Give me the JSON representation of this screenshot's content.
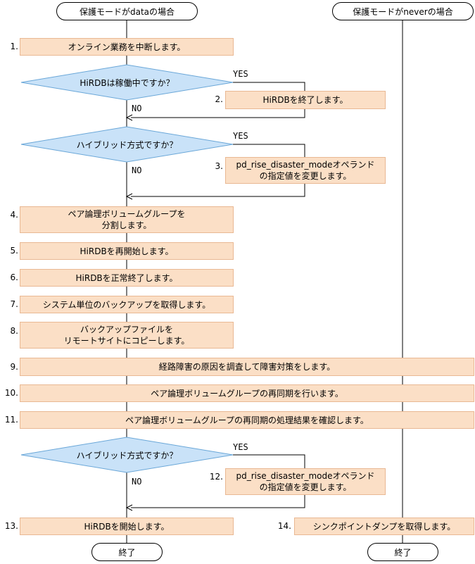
{
  "terminals": {
    "start_data": "保護モードがdataの場合",
    "start_never": "保護モードがneverの場合",
    "end_left": "終了",
    "end_right": "終了"
  },
  "decisions": {
    "d1": "HiRDBは稼働中ですか？",
    "d2": "ハイブリッド方式ですか？",
    "d3": "ハイブリッド方式ですか？"
  },
  "branch_labels": {
    "yes": "YES",
    "no": "NO"
  },
  "steps": {
    "s1": {
      "num": "1.",
      "text": "オンライン業務を中断します。"
    },
    "s2": {
      "num": "2.",
      "text": "HiRDBを終了します。"
    },
    "s3": {
      "num": "3.",
      "text": "pd_rise_disaster_modeオペランド\nの指定値を変更します。"
    },
    "s4": {
      "num": "4.",
      "text": "ペア論理ボリュームグループを\n分割します。"
    },
    "s5": {
      "num": "5.",
      "text": "HiRDBを再開始します。"
    },
    "s6": {
      "num": "6.",
      "text": "HiRDBを正常終了します。"
    },
    "s7": {
      "num": "7.",
      "text": "システム単位のバックアップを取得します。"
    },
    "s8": {
      "num": "8.",
      "text": "バックアップファイルを\nリモートサイトにコピーします。"
    },
    "s9": {
      "num": "9.",
      "text": "経路障害の原因を調査して障害対策をします。"
    },
    "s10": {
      "num": "10.",
      "text": "ペア論理ボリュームグループの再同期を行います。"
    },
    "s11": {
      "num": "11.",
      "text": "ペア論理ボリュームグループの再同期の処理結果を確認します。"
    },
    "s12": {
      "num": "12.",
      "text": "pd_rise_disaster_modeオペランド\nの指定値を変更します。"
    },
    "s13": {
      "num": "13.",
      "text": "HiRDBを開始します。"
    },
    "s14": {
      "num": "14.",
      "text": "シンクポイントダンプを取得します。"
    }
  },
  "colors": {
    "process_fill": "#fbdfc6",
    "process_border": "#e9b893",
    "decision_fill": "#c9e2f8",
    "decision_border": "#6aa7d8",
    "line": "#000000"
  }
}
